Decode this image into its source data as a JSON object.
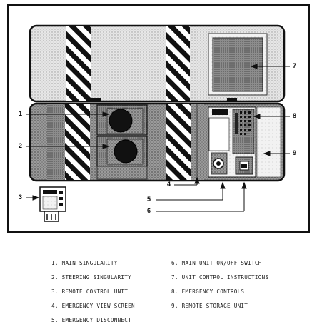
{
  "callouts": {
    "n1": "1",
    "n2": "2",
    "n3": "3",
    "n4": "4",
    "n5": "5",
    "n6": "6",
    "n7": "7",
    "n8": "8",
    "n9": "9"
  },
  "legend": {
    "left": [
      "1. MAIN SINGULARITY",
      "2. STEERING SINGULARITY",
      "3. REMOTE CONTROL UNIT",
      "4. EMERGENCY VIEW SCREEN",
      "5. EMERGENCY DISCONNECT"
    ],
    "right": [
      "6. MAIN UNIT ON/OFF SWITCH",
      "7. UNIT CONTROL INSTRUCTIONS",
      "8. EMERGENCY CONTROLS",
      "9. REMOTE STORAGE UNIT"
    ]
  }
}
